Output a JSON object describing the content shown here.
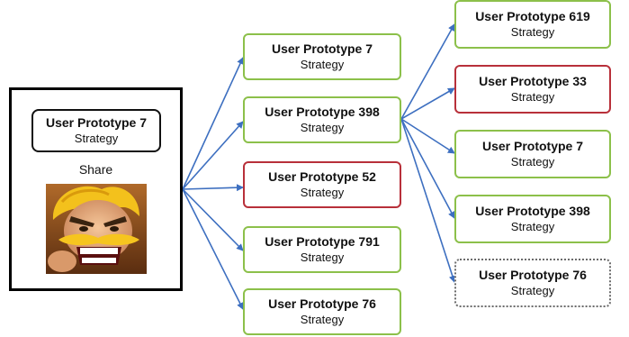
{
  "source": {
    "title": "User Prototype 7",
    "subtitle": "Strategy",
    "action": "Share",
    "icon": "clash-of-clans-barbarian-app-icon"
  },
  "level1": [
    {
      "title": "User Prototype 7",
      "subtitle": "Strategy",
      "status": "green"
    },
    {
      "title": "User Prototype 398",
      "subtitle": "Strategy",
      "status": "green"
    },
    {
      "title": "User Prototype 52",
      "subtitle": "Strategy",
      "status": "red"
    },
    {
      "title": "User Prototype 791",
      "subtitle": "Strategy",
      "status": "green"
    },
    {
      "title": "User Prototype 76",
      "subtitle": "Strategy",
      "status": "green"
    }
  ],
  "level2": [
    {
      "title": "User Prototype 619",
      "subtitle": "Strategy",
      "status": "green"
    },
    {
      "title": "User Prototype 33",
      "subtitle": "Strategy",
      "status": "red"
    },
    {
      "title": "User Prototype 7",
      "subtitle": "Strategy",
      "status": "green"
    },
    {
      "title": "User Prototype 398",
      "subtitle": "Strategy",
      "status": "green"
    },
    {
      "title": "User Prototype 76",
      "subtitle": "Strategy",
      "status": "dotted"
    }
  ],
  "colors": {
    "accepted": "#8cc04a",
    "rejected": "#b8303a",
    "pending": "#6b6b6b",
    "edge": "#3d6fc0"
  }
}
